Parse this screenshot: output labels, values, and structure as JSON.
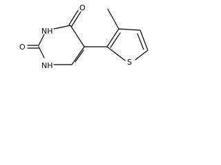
{
  "molecule": {
    "atoms": {
      "o_top": "O",
      "o_left": "O",
      "nh_upper": "NH",
      "nh_lower": "NH",
      "s_ring": "S"
    }
  },
  "colors": {
    "bond": "#000000",
    "label": "#000000",
    "background": "#ffffff"
  }
}
